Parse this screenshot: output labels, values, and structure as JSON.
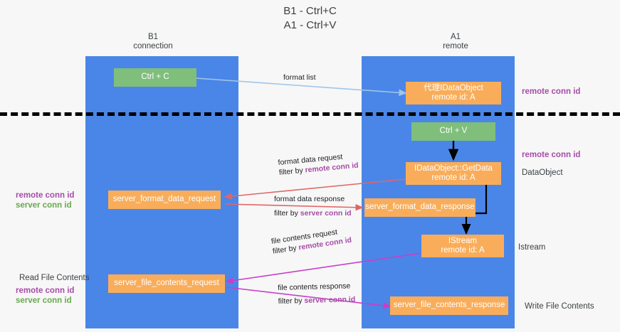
{
  "title": "B1 - Ctrl+C\nA1 - Ctrl+V",
  "colors": {
    "lane": "#4a86e8",
    "green_node": "#7fbf7b",
    "orange_node": "#f9ad5a",
    "purple": "#a64ca6",
    "green_text": "#6aa84f",
    "red_arrow": "#e06666",
    "magenta_arrow": "#c93ec9",
    "blue_arrow": "#9fc5e8",
    "black_arrow": "#000000",
    "background": "#f7f7f7"
  },
  "columns": [
    {
      "name": "b1",
      "label": "B1\nconnection"
    },
    {
      "name": "a1",
      "label": "A1\nremote"
    }
  ],
  "nodes": {
    "ctrl_c": {
      "line1": "Ctrl + C",
      "line2": "",
      "color": "green"
    },
    "proxy_idataobject": {
      "line1": "代理IDataObject",
      "line2": "remote id: A",
      "color": "orange"
    },
    "ctrl_v": {
      "line1": "Ctrl + V",
      "line2": "",
      "color": "green"
    },
    "idataobject_getdata": {
      "line1": "IDataObject::GetData",
      "line2": "remote id: A",
      "color": "orange"
    },
    "server_format_data_request": {
      "line1": "server_format_data_request",
      "line2": "",
      "color": "orange"
    },
    "server_format_data_response": {
      "line1": "server_format_data_response",
      "line2": "",
      "color": "orange"
    },
    "istream": {
      "line1": "IStream",
      "line2": "remote id: A",
      "color": "orange"
    },
    "server_file_contents_request": {
      "line1": "server_file_contents_request",
      "line2": "",
      "color": "orange"
    },
    "server_file_contents_response": {
      "line1": "server_file_contents_response",
      "line2": "",
      "color": "orange"
    }
  },
  "edge_labels": {
    "format_list": "format list",
    "format_data_request": "format data request",
    "format_data_request_filter_prefix": "filter by ",
    "format_data_request_filter_key": "remote conn id",
    "format_data_response": "format data response",
    "format_data_response_filter_prefix": "filter by ",
    "format_data_response_filter_key": "server conn id",
    "file_contents_request": "file contents request",
    "file_contents_request_filter_prefix": "filter by ",
    "file_contents_request_filter_key": "remote conn id",
    "file_contents_response": "file contents response",
    "file_contents_response_filter_prefix": "filter by ",
    "file_contents_response_filter_key": "server conn id"
  },
  "annotations": {
    "right_remote_conn_id_top": "remote conn id",
    "right_remote_conn_id_mid": "remote conn id",
    "right_dataobject": "DataObject",
    "right_istream": "Istream",
    "right_write_file_contents": "Write File Contents",
    "left_read_file_contents": "Read File Contents",
    "left_remote_conn_id": "remote conn id",
    "left_server_conn_id": "server conn id",
    "left_remote_conn_id_2": "remote conn id",
    "left_server_conn_id_2": "server conn id"
  }
}
